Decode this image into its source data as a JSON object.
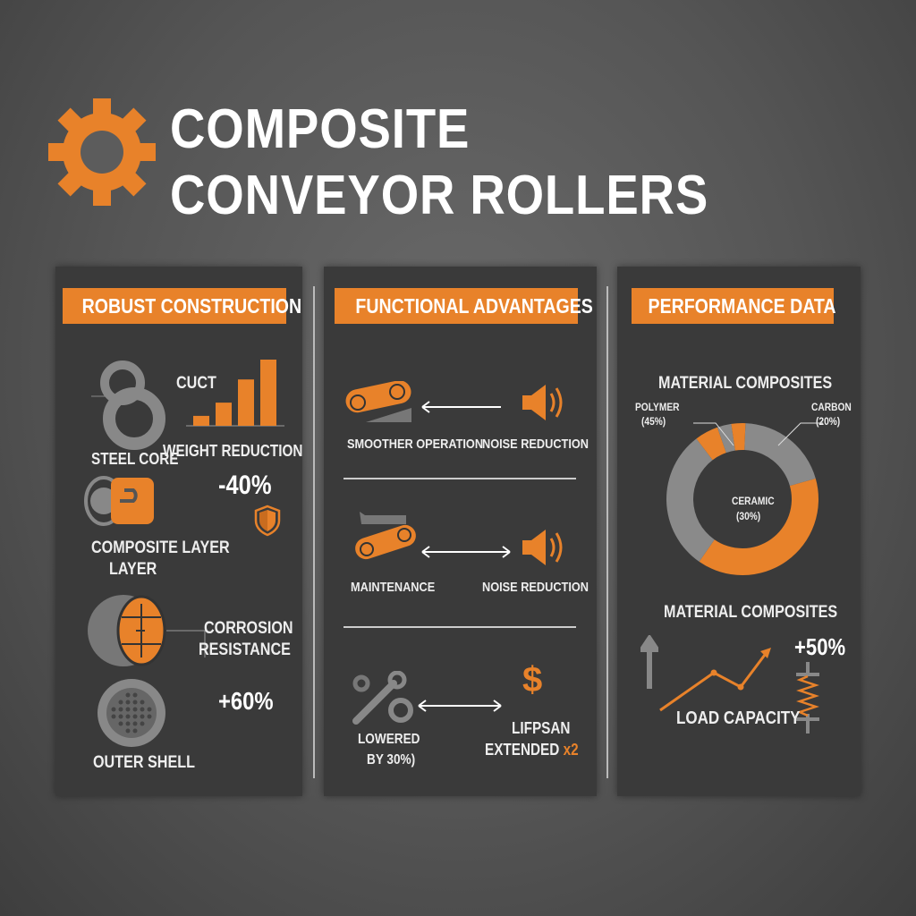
{
  "colors": {
    "accent": "#e8822a",
    "panel": "#3a3a3a",
    "icon_gray": "#8a8a8a"
  },
  "header": {
    "logo_icon": "gear-icon",
    "title_line1": "COMPOSITE",
    "title_line2": "CONVEYOR ROLLERS"
  },
  "left": {
    "heading": "ROBUST CONSTRUCTION",
    "cuct": "CUCT",
    "bars": [
      0.15,
      0.35,
      0.7,
      1.0
    ],
    "steel_core": "STEEL CORE",
    "weight_reduction": "WEIGHT REDUCTION",
    "weight_value": "-40%",
    "composite_layer": "COMPOSITE LAYER",
    "composite_layer2": "LAYER",
    "corrosion1": "CORROSION",
    "corrosion2": "RESISTANCE",
    "shell_value": "+60%",
    "outer_shell": "OUTER SHELL"
  },
  "middle": {
    "heading": "FUNCTIONAL ADVANTAGES",
    "row1_left": "SMOOTHER OPERATION",
    "row1_right": "NOISE REDUCTION",
    "row2_left": "MAINTENANCE",
    "row2_right": "NOISE REDUCTION",
    "row3_left1": "LOWERED",
    "row3_left2": "BY 30%)",
    "row3_right1": "LIFPSAN",
    "row3_right2": "EXTENDED",
    "row3_mult": "x2"
  },
  "right": {
    "heading": "PERFORMANCE DATA",
    "donut_title": "MATERIAL COMPOSITES",
    "polymer": "POLYMER",
    "polymer_pct": "(45%)",
    "carbon": "CARBON",
    "carbon_pct": "(20%)",
    "ceramic": "CERAMIC",
    "ceramic_pct": "(30%)",
    "second_title": "MATERIAL COMPOSITES",
    "load_value": "+50%",
    "load_label": "LOAD CAPACITY"
  },
  "chart_data": {
    "type": "pie",
    "title": "MATERIAL COMPOSITES",
    "labels": [
      "POLYMER (45%)",
      "CARBON (20%)",
      "CERAMIC (30%)"
    ],
    "segments": [
      {
        "fraction": 0.2,
        "color": "#8a8a8a"
      },
      {
        "fraction": 0.39,
        "color": "#e8822a"
      },
      {
        "fraction": 0.3,
        "color": "#8a8a8a"
      },
      {
        "fraction": 0.05,
        "color": "#e8822a"
      },
      {
        "fraction": 0.03,
        "color": "#8a8a8a"
      },
      {
        "fraction": 0.03,
        "color": "#e8822a"
      }
    ]
  }
}
